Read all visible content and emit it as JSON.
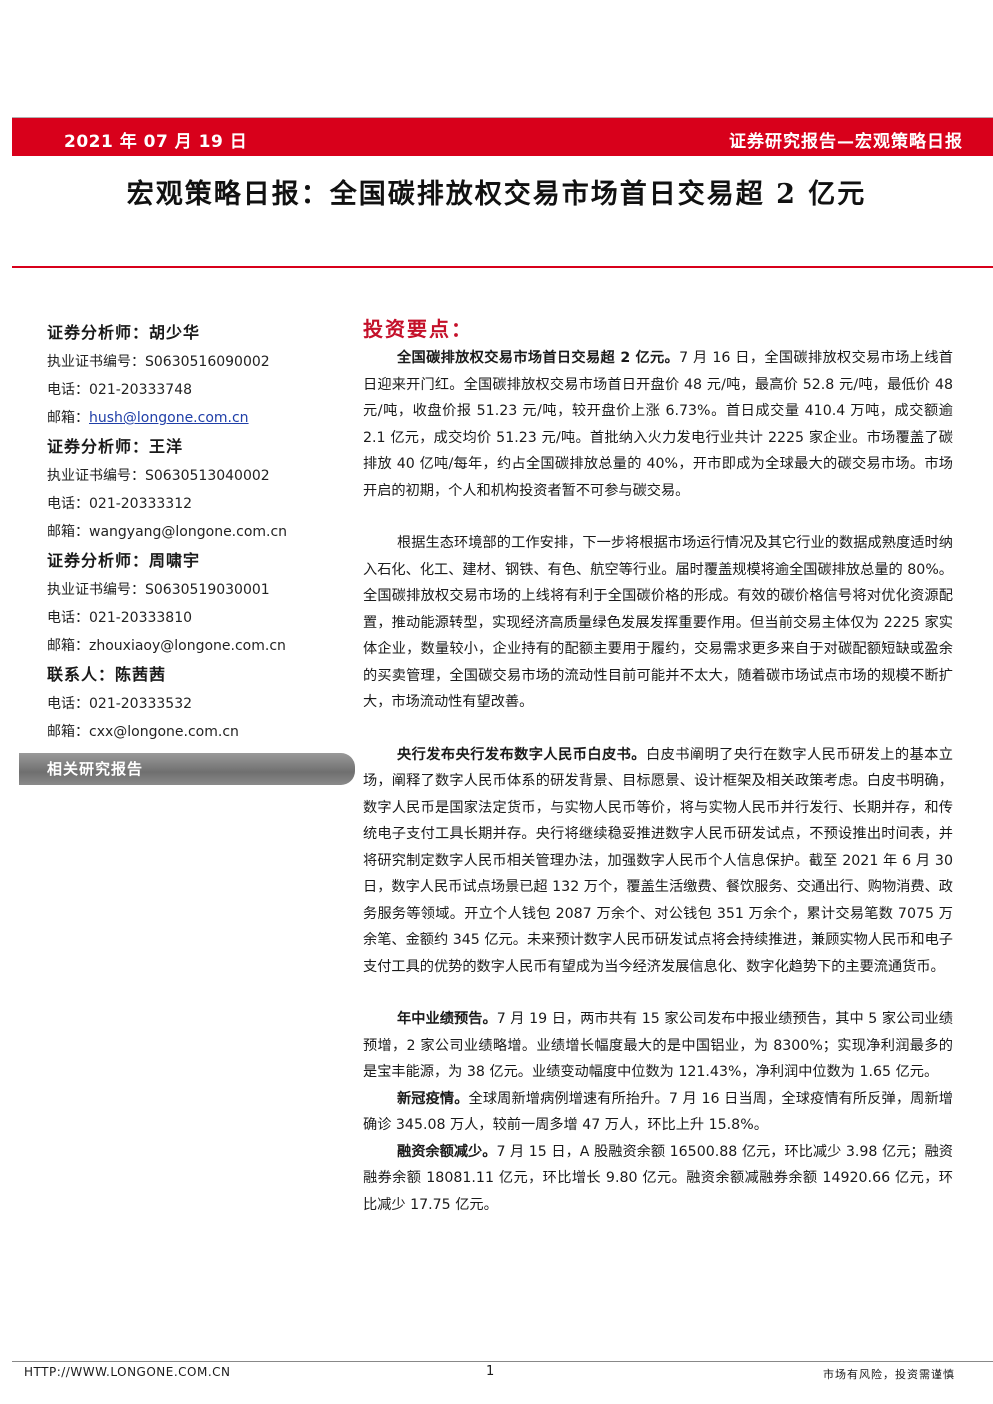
{
  "header": {
    "date": "2021 年 07 月 19 日",
    "series": "证券研究报告—宏观策略日报",
    "brand_color": "#d8001b"
  },
  "title": "宏观策略日报：全国碳排放权交易市场首日交易超 2 亿元",
  "sidebar": {
    "analysts": [
      {
        "name": "证券分析师：胡少华",
        "license": "执业证书编号：S0630516090002",
        "phone": "电话：021-20333748",
        "email_label": "邮箱：",
        "email": "hush@longone.com.cn"
      },
      {
        "name": "证券分析师：王洋",
        "license": "执业证书编号：S0630513040002",
        "phone": "电话：021-20333312",
        "email_label": "邮箱：",
        "email": "wangyang@longone.com.cn"
      },
      {
        "name": "证券分析师：周啸宇",
        "license": "执业证书编号：S0630519030001",
        "phone": "电话：021-20333810",
        "email_label": "邮箱：",
        "email": "zhouxiaoy@longone.com.cn"
      }
    ],
    "contact": {
      "name": "联系人：陈茜茜",
      "phone": "电话：021-20333532",
      "email_label": "邮箱：",
      "email": "cxx@longone.com.cn"
    },
    "related_reports_label": "相关研究报告"
  },
  "main": {
    "section_title": "投资要点：",
    "p1_bold": "全国碳排放权交易市场首日交易超 2 亿元。",
    "p1_text": "7 月 16 日，全国碳排放权交易市场上线首日迎来开门红。全国碳排放权交易市场首日开盘价 48 元/吨，最高价 52.8 元/吨，最低价 48 元/吨，收盘价报 51.23 元/吨，较开盘价上涨 6.73%。首日成交量 410.4 万吨，成交额逾 2.1 亿元，成交均价 51.23 元/吨。首批纳入火力发电行业共计 2225 家企业。市场覆盖了碳排放 40 亿吨/每年，约占全国碳排放总量的 40%，开市即成为全球最大的碳交易市场。市场开启的初期，个人和机构投资者暂不可参与碳交易。",
    "p2_text": "根据生态环境部的工作安排，下一步将根据市场运行情况及其它行业的数据成熟度适时纳入石化、化工、建材、钢铁、有色、航空等行业。届时覆盖规模将逾全国碳排放总量的 80%。全国碳排放权交易市场的上线将有利于全国碳价格的形成。有效的碳价格信号将对优化资源配置，推动能源转型，实现经济高质量绿色发展发挥重要作用。但当前交易主体仅为 2225 家实体企业，数量较小，企业持有的配额主要用于履约，交易需求更多来自于对碳配额短缺或盈余的买卖管理，全国碳交易市场的流动性目前可能并不太大，随着碳市场试点市场的规模不断扩大，市场流动性有望改善。",
    "p3_bold": "央行发布央行发布数字人民币白皮书。",
    "p3_text": "白皮书阐明了央行在数字人民币研发上的基本立场，阐释了数字人民币体系的研发背景、目标愿景、设计框架及相关政策考虑。白皮书明确，数字人民币是国家法定货币，与实物人民币等价，将与实物人民币并行发行、长期并存，和传统电子支付工具长期并存。央行将继续稳妥推进数字人民币研发试点，不预设推出时间表，并将研究制定数字人民币相关管理办法，加强数字人民币个人信息保护。截至 2021 年 6 月 30 日，数字人民币试点场景已超 132 万个，覆盖生活缴费、餐饮服务、交通出行、购物消费、政务服务等领域。开立个人钱包 2087 万余个、对公钱包 351 万余个，累计交易笔数 7075 万余笔、金额约 345 亿元。未来预计数字人民币研发试点将会持续推进，兼顾实物人民币和电子支付工具的优势的数字人民币有望成为当今经济发展信息化、数字化趋势下的主要流通货币。",
    "p4_bold": "年中业绩预告。",
    "p4_text": "7 月 19 日，两市共有 15 家公司发布中报业绩预告，其中 5 家公司业绩预增，2 家公司业绩略增。业绩增长幅度最大的是中国铝业，为 8300%；实现净利润最多的是宝丰能源，为 38 亿元。业绩变动幅度中位数为 121.43%，净利润中位数为 1.65 亿元。",
    "p5_bold": "新冠疫情。",
    "p5_text": "全球周新增病例增速有所抬升。7 月 16 日当周，全球疫情有所反弹，周新增确诊 345.08 万人，较前一周多增 47 万人，环比上升 15.8%。",
    "p6_bold": "融资余额减少。",
    "p6_text": "7 月 15 日，A 股融资余额 16500.88 亿元，环比减少 3.98 亿元；融资融券余额 18081.11 亿元，环比增长 9.80 亿元。融资余额减融券余额 14920.66 亿元，环比减少 17.75 亿元。"
  },
  "footer": {
    "url": "HTTP://WWW.LONGONE.COM.CN",
    "page": "1",
    "risk": "市场有风险，投资需谨慎"
  }
}
